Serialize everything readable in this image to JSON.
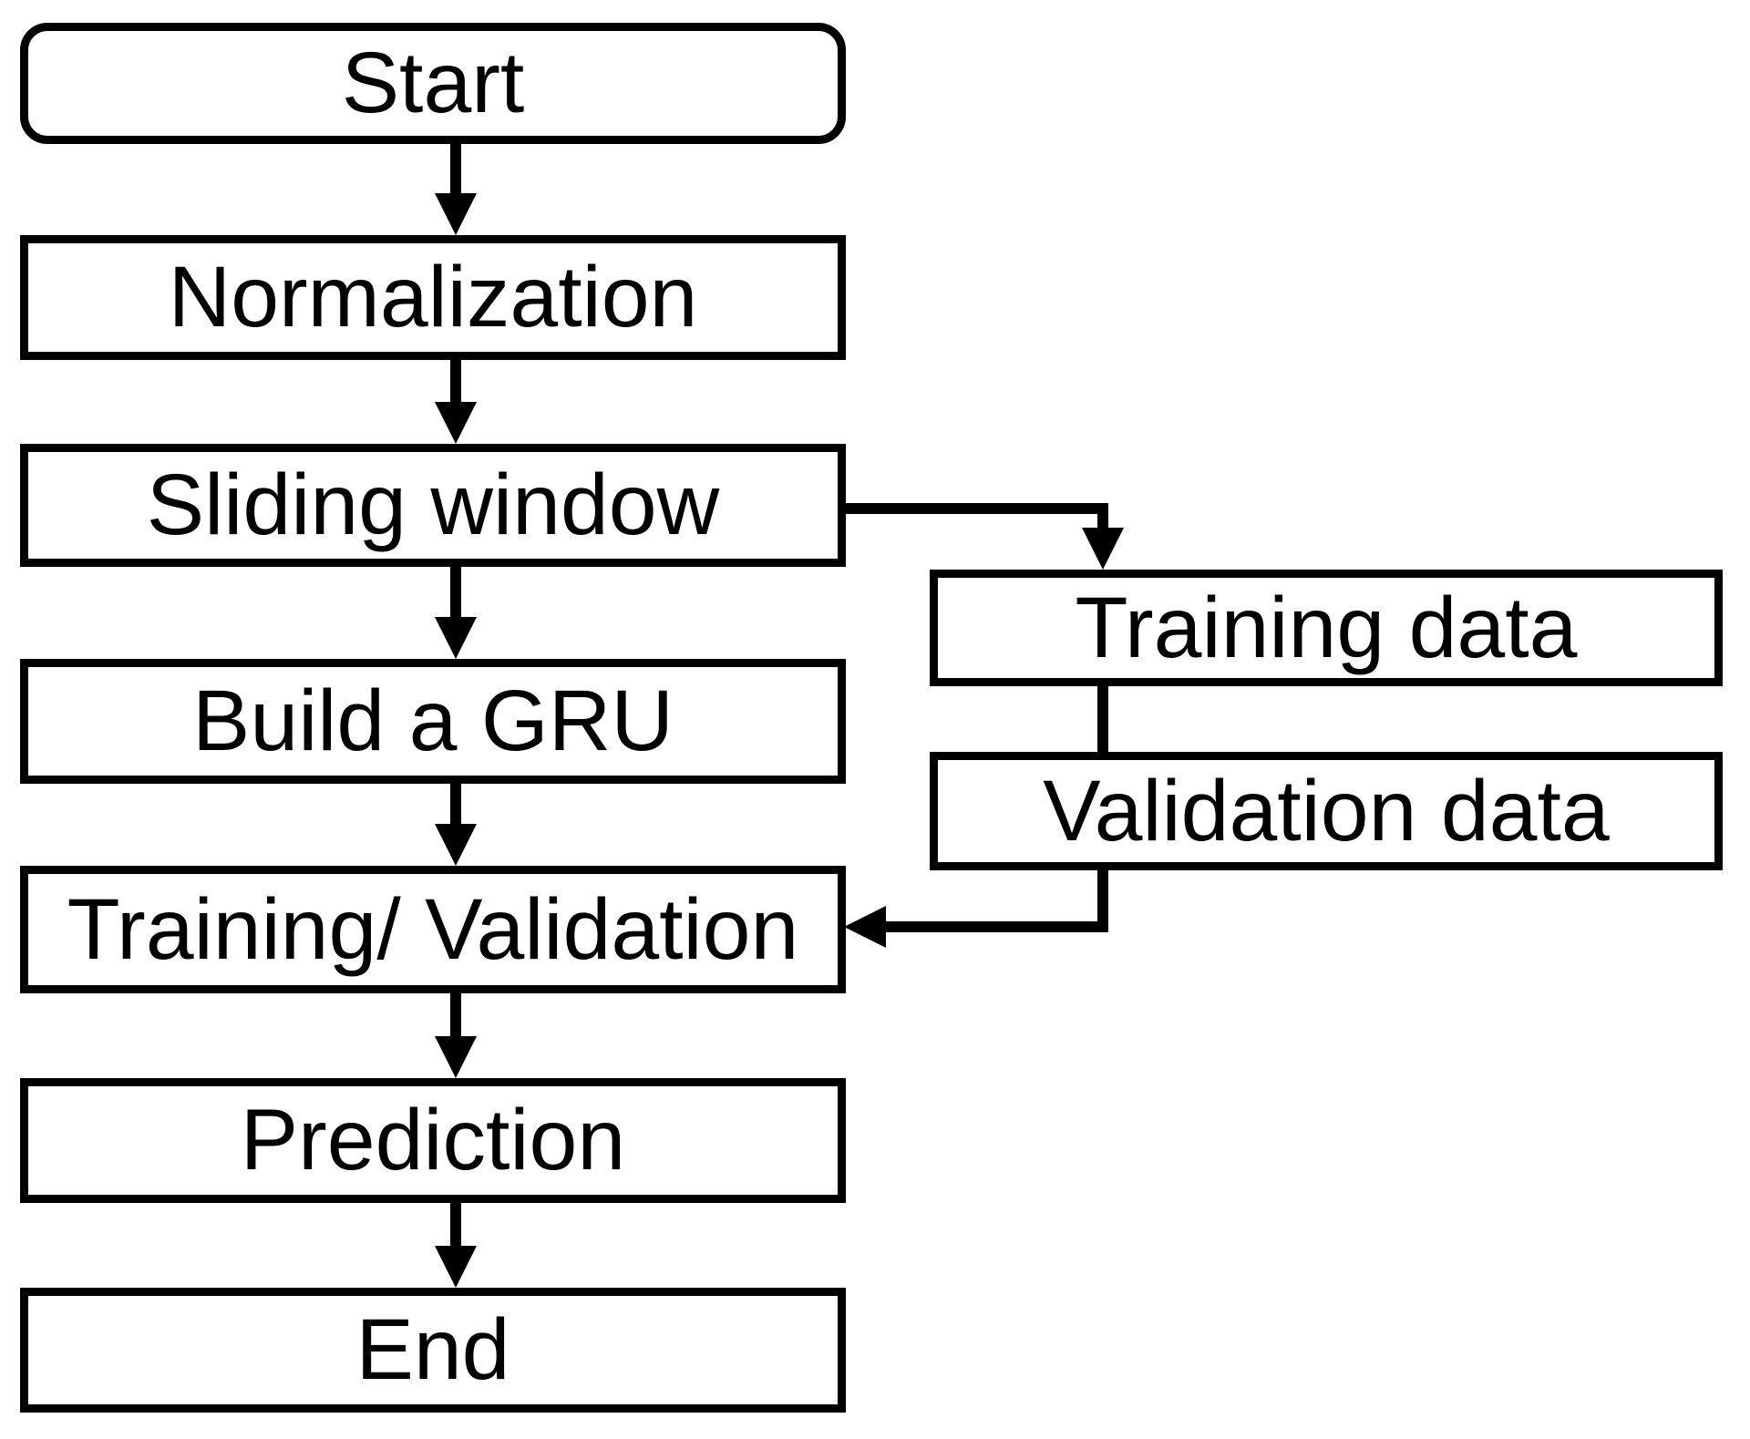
{
  "diagram": {
    "type": "flowchart",
    "background_color": "#ffffff",
    "stroke_color": "#000000",
    "text_color": "#000000",
    "nodes": [
      {
        "id": "start",
        "label": "Start",
        "shape": "rounded-rectangle"
      },
      {
        "id": "normalization",
        "label": "Normalization",
        "shape": "rectangle"
      },
      {
        "id": "sliding-window",
        "label": "Sliding window",
        "shape": "rectangle"
      },
      {
        "id": "training-data",
        "label": "Training data",
        "shape": "rectangle"
      },
      {
        "id": "build-gru",
        "label": "Build a GRU",
        "shape": "rectangle"
      },
      {
        "id": "validation-data",
        "label": "Validation data",
        "shape": "rectangle"
      },
      {
        "id": "training-validation",
        "label": "Training/ Validation",
        "shape": "rectangle"
      },
      {
        "id": "prediction",
        "label": "Prediction",
        "shape": "rectangle"
      },
      {
        "id": "end",
        "label": "End",
        "shape": "rectangle"
      }
    ],
    "edges": [
      {
        "from": "start",
        "to": "normalization",
        "arrow": true,
        "route": "straight-down"
      },
      {
        "from": "normalization",
        "to": "sliding-window",
        "arrow": true,
        "route": "straight-down"
      },
      {
        "from": "sliding-window",
        "to": "build-gru",
        "arrow": true,
        "route": "straight-down"
      },
      {
        "from": "sliding-window",
        "to": "training-data",
        "arrow": true,
        "route": "elbow-right-then-down"
      },
      {
        "from": "training-data",
        "to": "validation-data",
        "arrow": false,
        "route": "straight-down"
      },
      {
        "from": "validation-data",
        "to": "training-validation",
        "arrow": true,
        "route": "elbow-down-then-left"
      },
      {
        "from": "build-gru",
        "to": "training-validation",
        "arrow": true,
        "route": "straight-down"
      },
      {
        "from": "training-validation",
        "to": "prediction",
        "arrow": true,
        "route": "straight-down"
      },
      {
        "from": "prediction",
        "to": "end",
        "arrow": true,
        "route": "straight-down"
      }
    ]
  }
}
